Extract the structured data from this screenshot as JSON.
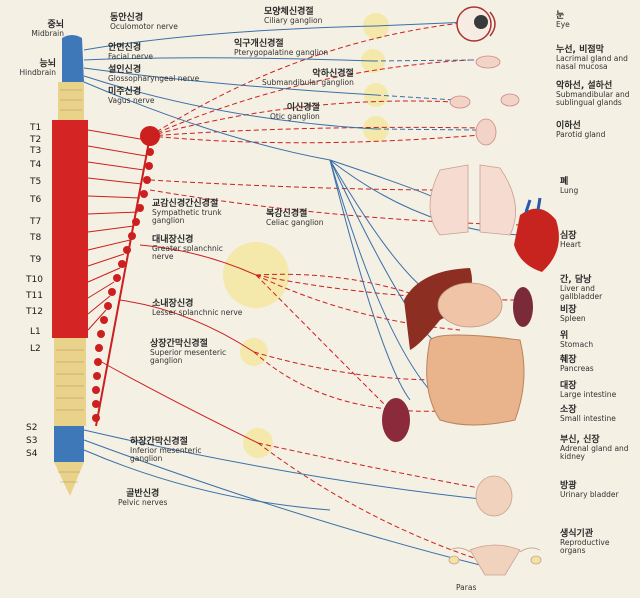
{
  "cns": {
    "midbrain": {
      "ko": "중뇌",
      "en": "Midbrain"
    },
    "hindbrain": {
      "ko": "능뇌",
      "en": "Hindbrain"
    },
    "segments": [
      "T1",
      "T2",
      "T3",
      "T4",
      "T5",
      "T6",
      "T7",
      "T8",
      "T9",
      "T10",
      "T11",
      "T12",
      "L1",
      "L2",
      "S2",
      "S3",
      "S4"
    ]
  },
  "nerves": [
    {
      "ko": "동안신경",
      "en": "Oculomotor nerve"
    },
    {
      "ko": "안면신경",
      "en": "Facial nerve"
    },
    {
      "ko": "설인신경",
      "en": "Glossopharyngeal nerve"
    },
    {
      "ko": "미주신경",
      "en": "Vagus nerve"
    },
    {
      "ko": "교감신경간신경절",
      "en": "Sympathetic trunk ganglion"
    },
    {
      "ko": "대내장신경",
      "en": "Greater splanchnic nerve"
    },
    {
      "ko": "소내장신경",
      "en": "Lesser splanchnic nerve"
    },
    {
      "ko": "골반신경",
      "en": "Pelvic nerves"
    }
  ],
  "ganglia": [
    {
      "ko": "모양체신경절",
      "en": "Ciliary ganglion"
    },
    {
      "ko": "익구개신경절",
      "en": "Pterygopalatine ganglion"
    },
    {
      "ko": "악하신경절",
      "en": "Submandibular ganglion"
    },
    {
      "ko": "이신경절",
      "en": "Otic ganglion"
    },
    {
      "ko": "복강신경절",
      "en": "Celiac ganglion"
    },
    {
      "ko": "상장간막신경절",
      "en": "Superior mesenteric ganglion"
    },
    {
      "ko": "하장간막신경절",
      "en": "Inferior mesenteric ganglion"
    }
  ],
  "organs": [
    {
      "ko": "눈",
      "en": "Eye"
    },
    {
      "ko": "누선, 비점막",
      "en": "Lacrimal gland and nasal mucosa"
    },
    {
      "ko": "악하선, 설하선",
      "en": "Submandibular and sublingual glands"
    },
    {
      "ko": "이하선",
      "en": "Parotid gland"
    },
    {
      "ko": "폐",
      "en": "Lung"
    },
    {
      "ko": "심장",
      "en": "Heart"
    },
    {
      "ko": "간, 담낭",
      "en": "Liver and gallbladder"
    },
    {
      "ko": "비장",
      "en": "Spleen"
    },
    {
      "ko": "위",
      "en": "Stomach"
    },
    {
      "ko": "췌장",
      "en": "Pancreas"
    },
    {
      "ko": "대장",
      "en": "Large intestine"
    },
    {
      "ko": "소장",
      "en": "Small intestine"
    },
    {
      "ko": "부신, 신장",
      "en": "Adrenal gland and kidney"
    },
    {
      "ko": "방광",
      "en": "Urinary bladder"
    },
    {
      "ko": "생식기관",
      "en": "Reproductive organs"
    }
  ],
  "footer": {
    "paras": "Paras"
  },
  "colors": {
    "sympathetic": "#cc1f1f",
    "parasympathetic": "#3a6fa8",
    "ganglion": "#f3e7a0",
    "cord_red": "#d42424",
    "cord_blue": "#3f78b8"
  }
}
